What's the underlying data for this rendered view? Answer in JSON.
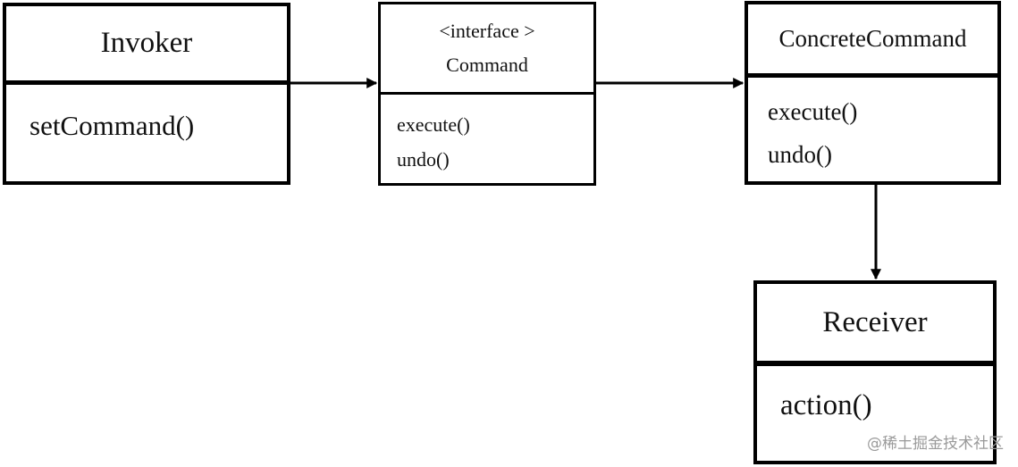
{
  "classes": {
    "invoker": {
      "name": "Invoker",
      "methods": [
        "setCommand()"
      ]
    },
    "command": {
      "stereotype": "<interface >",
      "name": "Command",
      "methods": [
        "execute()",
        "undo()"
      ]
    },
    "concrete_command": {
      "name": "ConcreteCommand",
      "methods": [
        "execute()",
        "undo()"
      ]
    },
    "receiver": {
      "name": "Receiver",
      "methods": [
        "action()"
      ]
    }
  },
  "watermark": "@稀土掘金技术社区"
}
